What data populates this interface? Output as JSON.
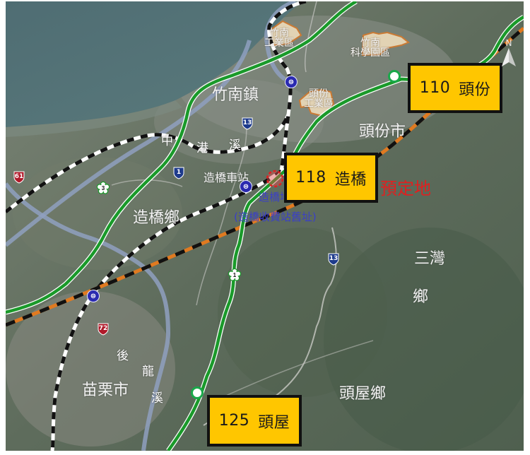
{
  "map": {
    "title_labels": {
      "zhunan_town": "竹南鎮",
      "toufen_city": "頭份市",
      "zaoqiao_township": "造橋鄉",
      "sanwan_top": "三灣",
      "sanwan_bottom": "鄉",
      "touwu_township": "頭屋鄉",
      "miaoli_city": "苗栗市"
    },
    "zones": {
      "zhunan_industrial": [
        "竹南",
        "工業區"
      ],
      "zhunan_science_park": [
        "竹南",
        "科學園區"
      ],
      "toufen_industrial": [
        "頭份",
        "工業區"
      ]
    },
    "rivers": {
      "zhonggang": [
        "中",
        "港",
        "溪"
      ],
      "houlong": [
        "後",
        "龍",
        "溪"
      ]
    },
    "stations": {
      "zaoqiao_station": "造橋車站",
      "zaoqiao_site": "造橋地",
      "zaoqiao_old_toll": "(造橋收費站舊址)",
      "planned_site": "預定地"
    },
    "interchanges": [
      {
        "km": "110",
        "name": "頭份"
      },
      {
        "km": "118",
        "name": "造橋"
      },
      {
        "km": "125",
        "name": "頭屋"
      }
    ],
    "route_shields": {
      "provincial_1": "1",
      "provincial_13_north": "13",
      "provincial_13_south": "13",
      "provincial_61": "61",
      "provincial_72": "72",
      "freeway_3": "3",
      "freeway_1": "1"
    },
    "north_arrow": "N",
    "colors": {
      "freeway": "#1a9a2a",
      "hsr": "#e07a20",
      "interchange_box": "#ffc600",
      "planned_site": "#e02020",
      "annotation_blue": "#3a3fc8"
    }
  }
}
